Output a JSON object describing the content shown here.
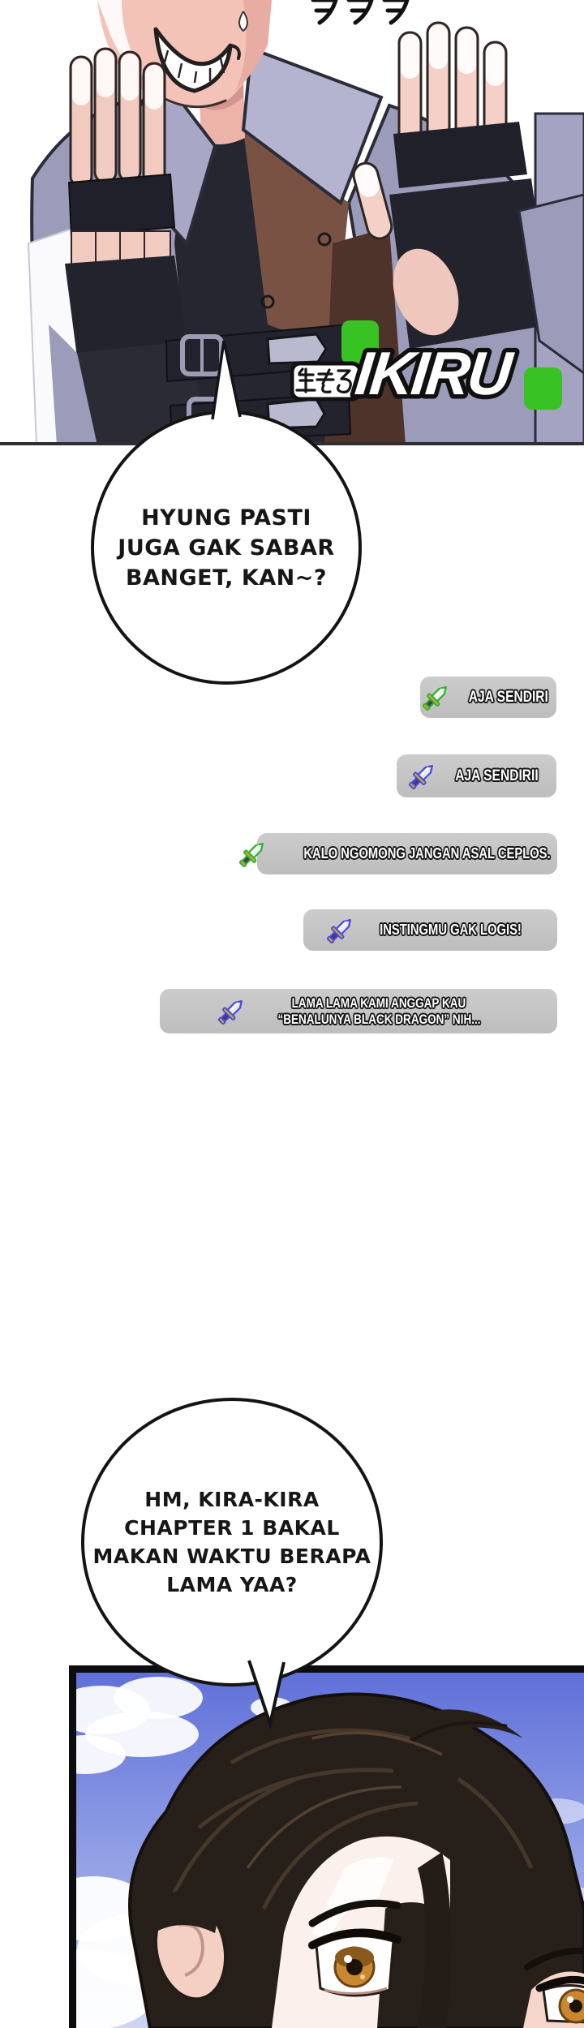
{
  "page": {
    "kind": "webtoon-chapter-page"
  },
  "top_panel": {
    "sfx": "ㅋㅋㅋ",
    "logo": {
      "jp": "生きる",
      "en": "IKIRU",
      "accent_green": "#38c224"
    }
  },
  "speech1": {
    "lines": [
      "HYUNG PASTI",
      "JUGA GAK SABAR",
      "BANGET, KAN~?"
    ]
  },
  "chat": {
    "items": [
      {
        "icon": "emerald-dagger-icon",
        "lines": [
          "AJA SENDIRI"
        ]
      },
      {
        "icon": "sapphire-dagger-icon",
        "lines": [
          "AJA SENDIRII"
        ]
      },
      {
        "icon": "emerald-dagger-icon",
        "lines": [
          "KALO NGOMONG JANGAN ASAL CEPLOS."
        ]
      },
      {
        "icon": "sapphire-dagger-icon",
        "lines": [
          "INSTINGMU GAK LOGIS!"
        ]
      },
      {
        "icon": "sapphire-dagger-icon",
        "lines": [
          "LAMA LAMA KAMI ANGGAP KAU",
          "“BENALUNYA BLACK DRAGON” NIH..."
        ]
      }
    ]
  },
  "speech2": {
    "lines": [
      "HM, KIRA-KIRA",
      "CHAPTER 1 BAKAL",
      "MAKAN WAKTU BERAPA",
      "LAMA YAA?"
    ]
  },
  "colors": {
    "chat_bubble_gray": "#c2c2c2",
    "outline_black": "#141414",
    "accent_green": "#38c224",
    "dagger_blue": "#4b4bdc",
    "sky_blue": "#5e6ed8",
    "jacket_lavender": "#9b9bba",
    "vest_brown": "#7a5244",
    "hair_dark_brown": "#27201a",
    "iris_amber": "#c9882f"
  }
}
